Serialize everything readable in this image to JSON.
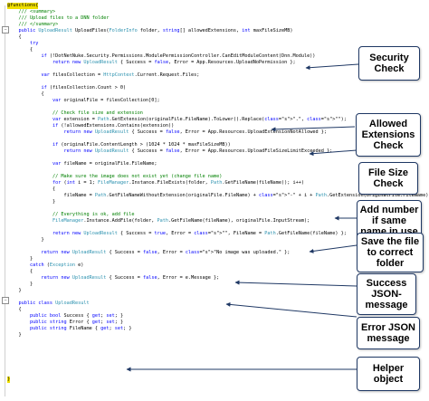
{
  "code_lines": [
    {
      "text": "@functions{",
      "hl": true
    },
    {
      "text": "    /// <summary>"
    },
    {
      "text": "    /// Upload files to a DNN folder"
    },
    {
      "text": "    /// </summary>"
    },
    {
      "text": "    public UploadResult UploadFiles(FolderInfo folder, string[] allowedExtensions, int maxFileSizeMB)"
    },
    {
      "text": "    {"
    },
    {
      "text": "        try"
    },
    {
      "text": "        {"
    },
    {
      "text": "            if (!DotNetNuke.Security.Permissions.ModulePermissionController.CanEditModuleContent(Dnn.Module))"
    },
    {
      "text": "                return new UploadResult { Success = false, Error = App.Resources.UploadNoPermission };"
    },
    {
      "text": ""
    },
    {
      "text": "            var filesCollection = HttpContext.Current.Request.Files;"
    },
    {
      "text": ""
    },
    {
      "text": "            if (filesCollection.Count > 0)"
    },
    {
      "text": "            {"
    },
    {
      "text": "                var originalFile = filesCollection[0];"
    },
    {
      "text": ""
    },
    {
      "text": "                // Check file size and extension"
    },
    {
      "text": "                var extension = Path.GetExtension(originalFile.FileName).ToLower().Replace(\".\", \"\");"
    },
    {
      "text": "                if (!allowedExtensions.Contains(extension))"
    },
    {
      "text": "                    return new UploadResult { Success = false, Error = App.Resources.UploadExtensionNotAllowed };"
    },
    {
      "text": ""
    },
    {
      "text": "                if (originalFile.ContentLength > (1024 * 1024 * maxFileSizeMB))"
    },
    {
      "text": "                    return new UploadResult { Success = false, Error = App.Resources.UploadFileSizeLimitExceeded };"
    },
    {
      "text": ""
    },
    {
      "text": "                var fileName = originalFile.FileName;"
    },
    {
      "text": ""
    },
    {
      "text": "                // Make sure the image does not exist yet (change file name)"
    },
    {
      "text": "                for (int i = 1; FileManager.Instance.FileExists(folder, Path.GetFileName(fileName)); i++)"
    },
    {
      "text": "                {"
    },
    {
      "text": "                    fileName = Path.GetFileNameWithoutExtension(originalFile.FileName) + \"-\" + i + Path.GetExtension(originalFile.FileName);"
    },
    {
      "text": "                }"
    },
    {
      "text": ""
    },
    {
      "text": "                // Everything is ok, add file"
    },
    {
      "text": "                FileManager.Instance.AddFile(folder, Path.GetFileName(fileName), originalFile.InputStream);"
    },
    {
      "text": ""
    },
    {
      "text": "                return new UploadResult { Success = true, Error = \"\", FileName = Path.GetFileName(fileName) };"
    },
    {
      "text": "            }"
    },
    {
      "text": ""
    },
    {
      "text": "            return new UploadResult { Success = false, Error = \"No image was uploaded.\" };"
    },
    {
      "text": "        }"
    },
    {
      "text": "        catch (Exception e)"
    },
    {
      "text": "        {"
    },
    {
      "text": "            return new UploadResult { Success = false, Error = e.Message };"
    },
    {
      "text": "        }"
    },
    {
      "text": "    }"
    },
    {
      "text": ""
    },
    {
      "text": "    public class UploadResult"
    },
    {
      "text": "    {"
    },
    {
      "text": "        public bool Success { get; set; }"
    },
    {
      "text": "        public string Error { get; set; }"
    },
    {
      "text": "        public string FileName { get; set; }"
    },
    {
      "text": "    }"
    },
    {
      "text": ""
    },
    {
      "text": ""
    },
    {
      "text": ""
    },
    {
      "text": ""
    },
    {
      "text": ""
    },
    {
      "text": ""
    },
    {
      "text": "}",
      "hl": true
    }
  ],
  "callouts": [
    {
      "id": "security-check",
      "text": "Security\nCheck"
    },
    {
      "id": "allowed-extensions-check",
      "text": "Allowed\nExtensions\nCheck"
    },
    {
      "id": "file-size-check",
      "text": "File Size\nCheck"
    },
    {
      "id": "add-number",
      "text": "Add number\nif same\nname in use"
    },
    {
      "id": "save-file",
      "text": "Save the file\nto correct\nfolder"
    },
    {
      "id": "success-json",
      "text": "Success\nJSON-\nmessage"
    },
    {
      "id": "error-json",
      "text": "Error JSON\nmessage"
    },
    {
      "id": "helper-object",
      "text": "Helper\nobject"
    }
  ],
  "colors": {
    "keyword": "#0000ff",
    "type": "#2b91af",
    "comment": "#008000",
    "string": "#a31515",
    "highlight": "#f0e000",
    "callout_border": "#1f3864"
  }
}
